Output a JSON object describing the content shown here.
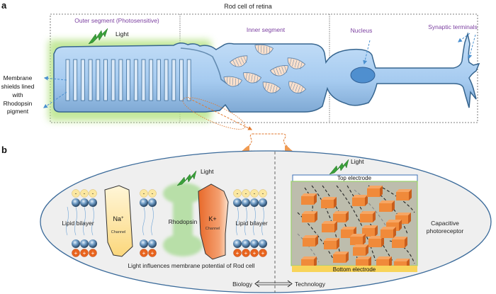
{
  "panel_a": {
    "label": "a",
    "title": "Rod cell of retina",
    "segments": {
      "outer": "Outer segment (Photosensitive)",
      "inner": "Inner segment",
      "nucleus": "Nucleus",
      "synaptic": "Synaptic terminals"
    },
    "light_label": "Light",
    "membrane_label": [
      "Membrane",
      "shields lined",
      "with",
      "Rhodopsin",
      "pigment"
    ],
    "disc_count": 17,
    "mitochondria_count": 8
  },
  "panel_b": {
    "label": "b",
    "light_bio": "Light",
    "light_tech": "Light",
    "lipid_left": "Lipid bilayer",
    "lipid_right": "Lipid bilayer",
    "na_channel": {
      "ion": "Na",
      "sup": "+",
      "sub": "Channel"
    },
    "k_channel": {
      "ion": "K+",
      "sub": "Channel"
    },
    "rhodopsin": "Rhodopsin",
    "caption": "Light influences membrane potential of Rod cell",
    "top_electrode": "Top electrode",
    "bottom_electrode": "Bottom electrode",
    "capacitive": [
      "Capacitive",
      "photoreceptor"
    ],
    "biology": "Biology",
    "technology": "Technology",
    "neg_sign": "-",
    "pos_sign": "+"
  },
  "colors": {
    "segment_label": "#7b3fa0",
    "cell_fill": "#a9cdf2",
    "cell_stroke": "#3e6e9a",
    "glow": "#b9e48a",
    "arrow": "#4a90d0",
    "zoom_orange": "#e07a30",
    "na_fill": "#fde6a8",
    "k_fill": "#f07f3a",
    "rhodopsin": "#b8dfa8",
    "electrode_top": "#3b6fb6",
    "electrode_bottom": "#f8d45a",
    "substrate": "#bdbdad",
    "cube": "#f08a3a",
    "ellipse_fill": "#efefef",
    "ellipse_stroke": "#3a6a9a"
  }
}
